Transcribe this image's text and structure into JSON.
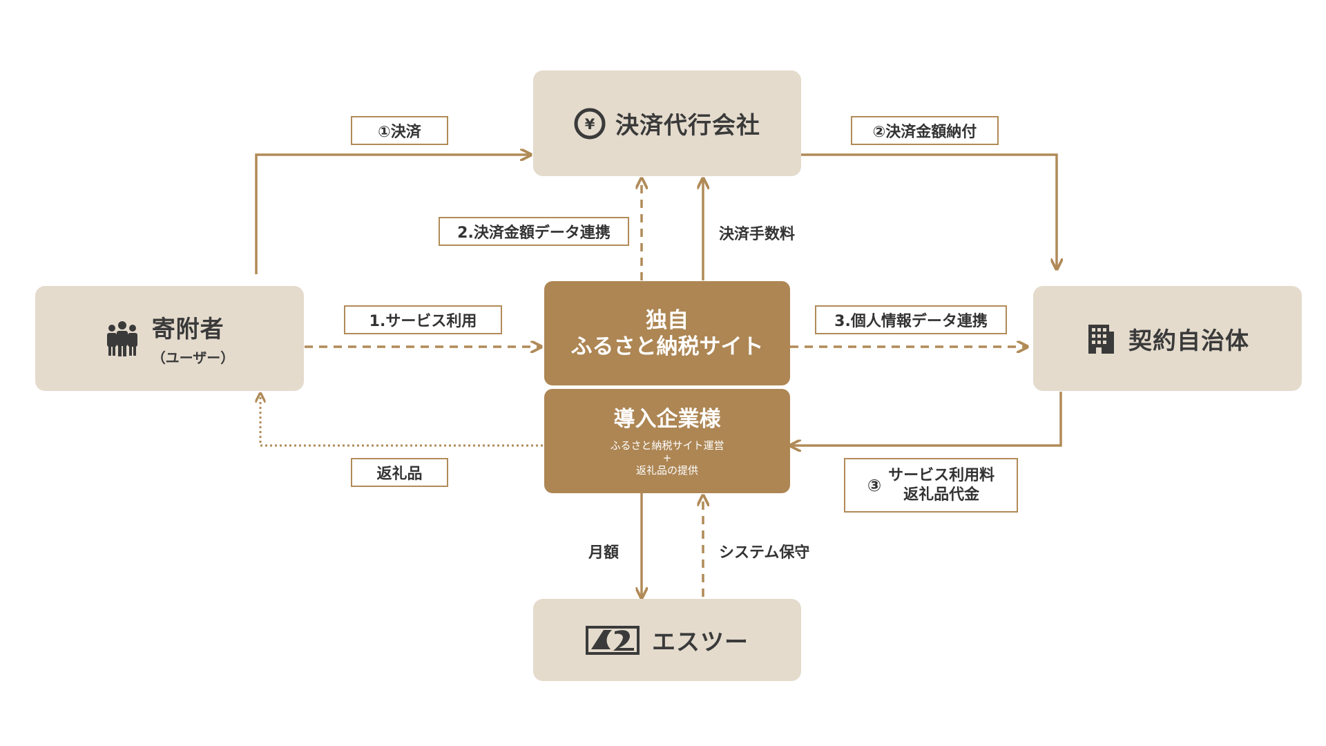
{
  "nodes": {
    "payment_agent": {
      "title": "決済代行会社",
      "icon": "yen-coin-icon"
    },
    "donor": {
      "title": "寄附者",
      "subtitle": "（ユーザー）",
      "icon": "people-group-icon"
    },
    "municipality": {
      "title": "契約自治体",
      "icon": "building-icon"
    },
    "site": {
      "line1": "独自",
      "line2": "ふるさと納税サイト"
    },
    "company": {
      "title": "導入企業様",
      "sub1": "ふるさと納税サイト運営",
      "sub2": "+",
      "sub3": "返礼品の提供"
    },
    "s2": {
      "title": "エスツー",
      "icon": "s2-logo-icon"
    }
  },
  "labels": {
    "payment": "①決済",
    "payment_amount_remit": "②決済金額納付",
    "payment_data_link": "2.決済金額データ連携",
    "payment_fee": "決済手数料",
    "service_use": "1.サービス利用",
    "personal_data_link": "3.個人情報データ連携",
    "return_gift": "返礼品",
    "fee_num": "③",
    "fee_line1": "サービス利用料",
    "fee_line2": "返礼品代金",
    "monthly": "月額",
    "system_maintenance": "システム保守"
  },
  "colors": {
    "accent": "#ad8654",
    "line": "#b08a57",
    "light_box": "#e4dbcd",
    "text": "#333333"
  }
}
